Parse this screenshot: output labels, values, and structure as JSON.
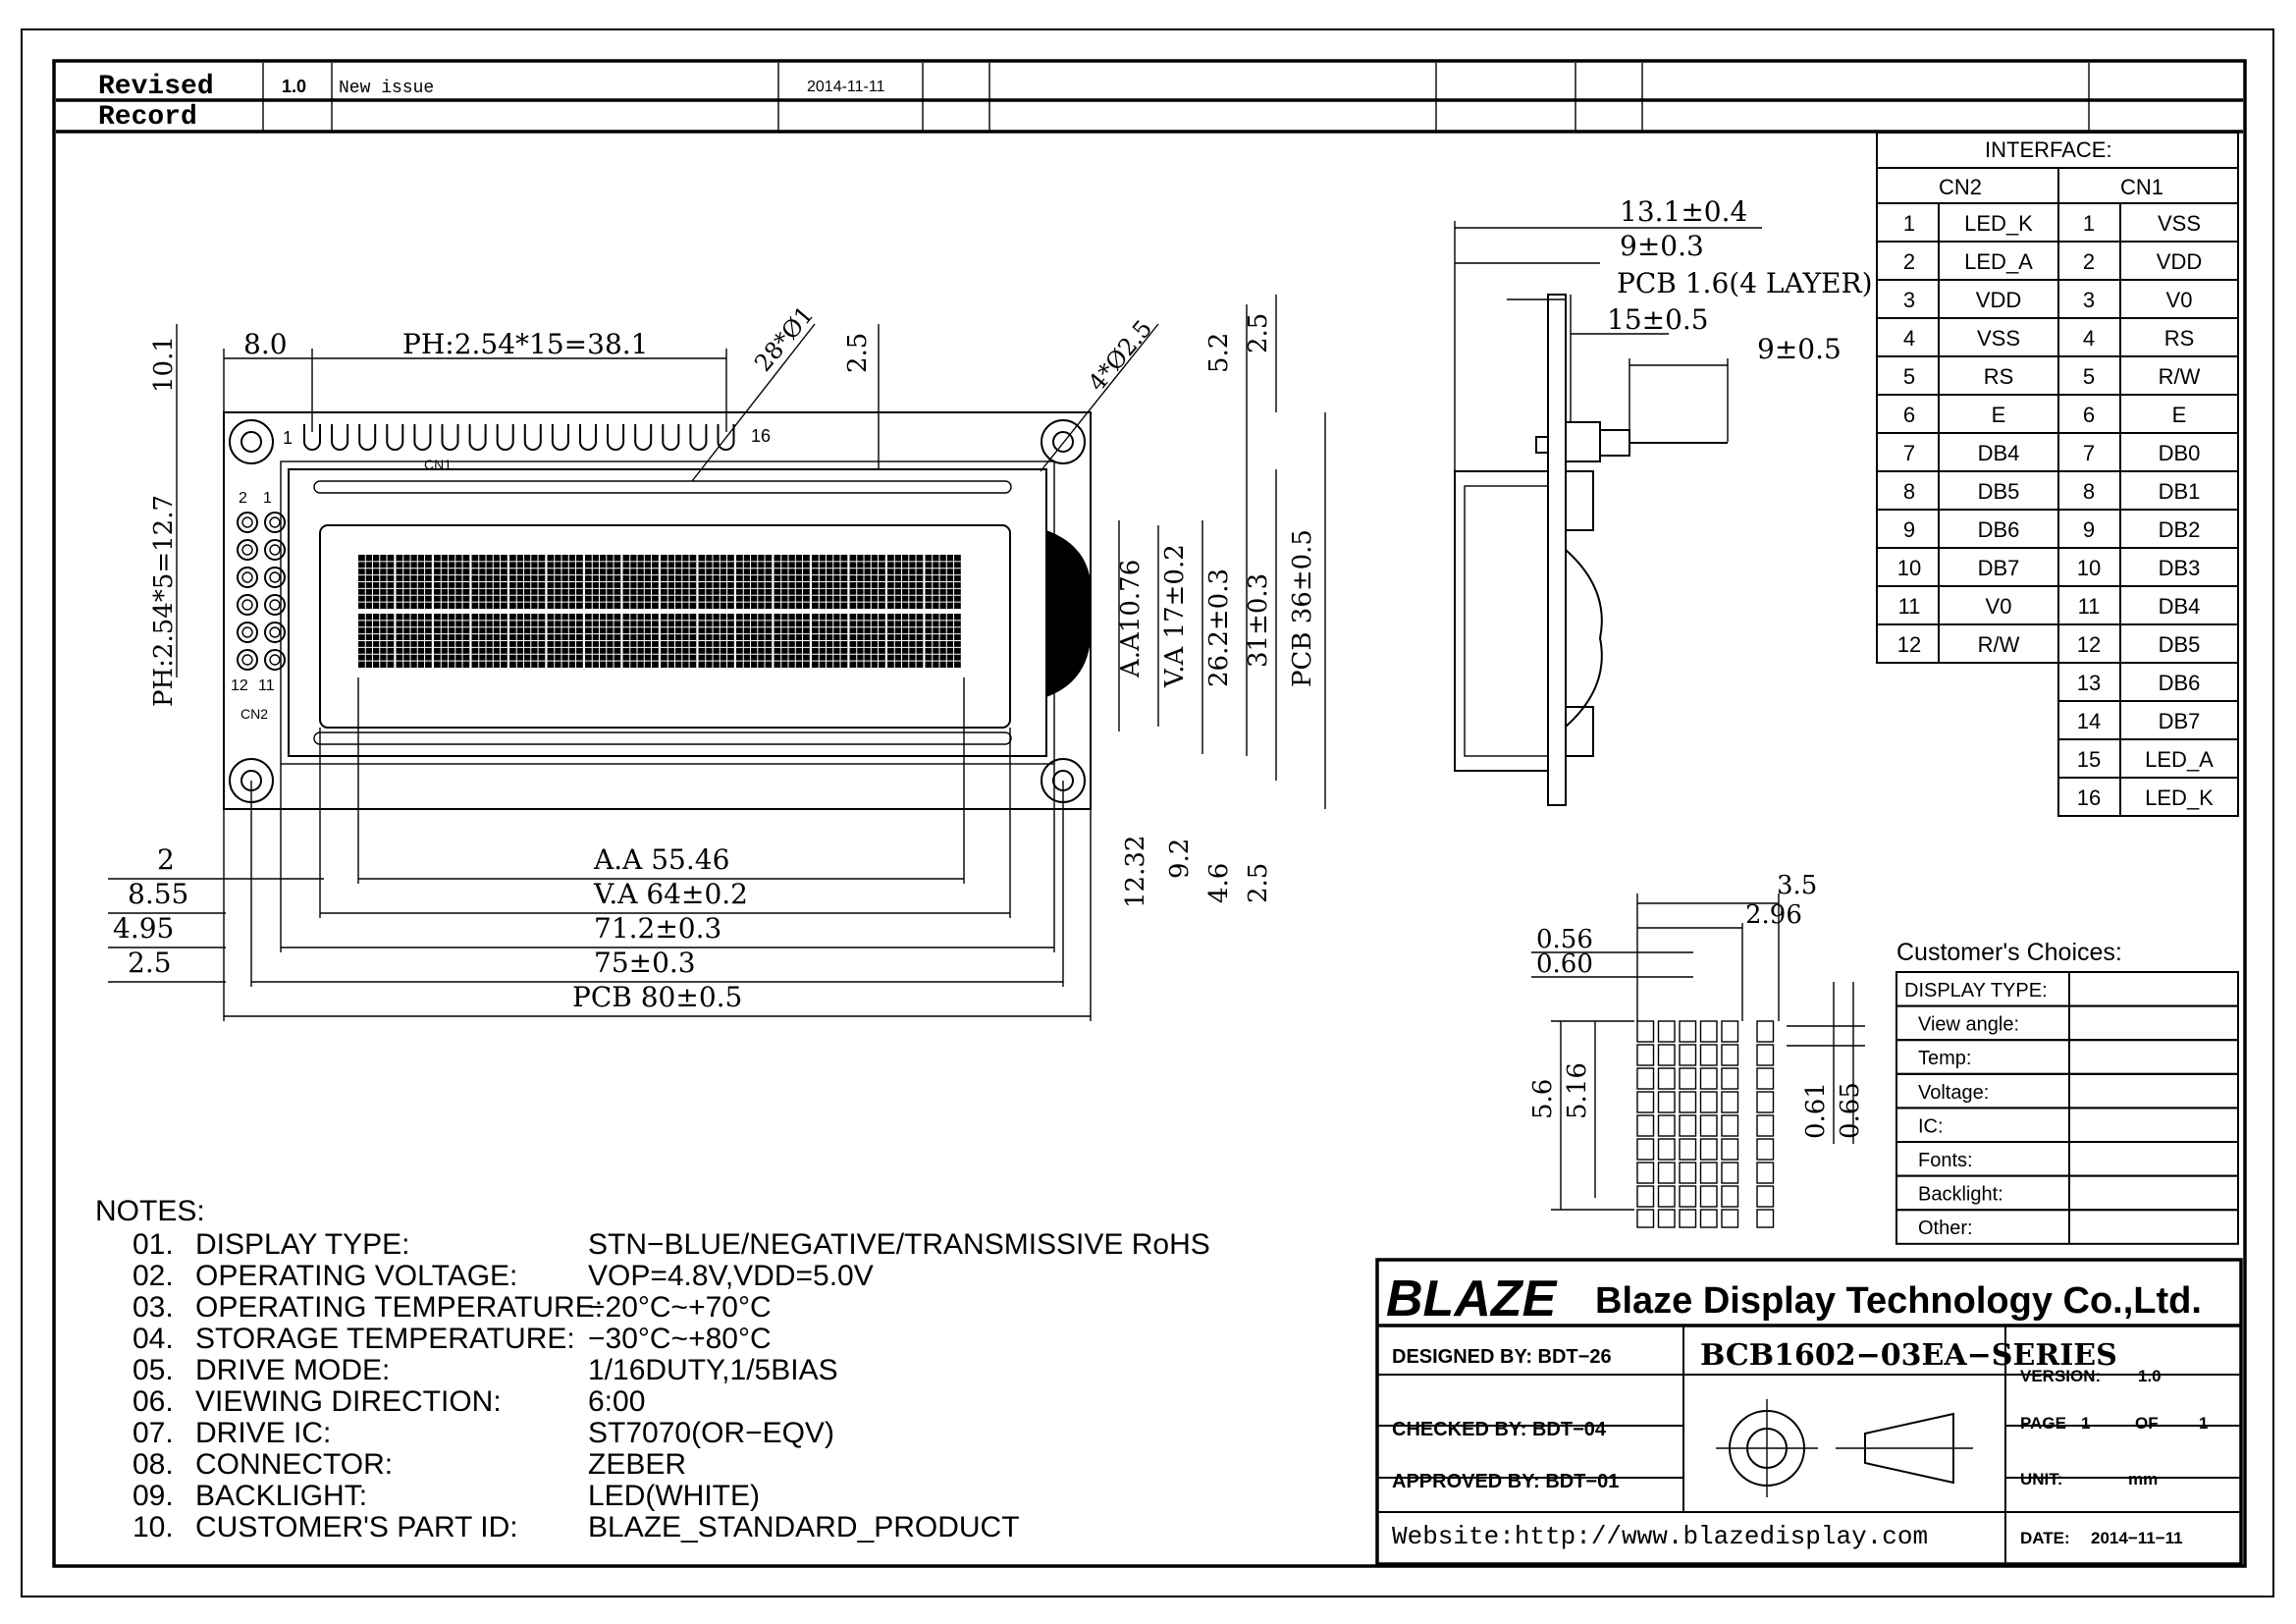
{
  "revision": {
    "label_line1": "Revised",
    "label_line2": "Record",
    "version": "1.0",
    "description": "New issue",
    "date": "2014-11-11"
  },
  "front_view": {
    "dims": {
      "d_10_1": "10.1",
      "d_8_0": "8.0",
      "pitch_top": "PH:2.54*15=38.1",
      "hole_28": "28*Ø1",
      "d_2_5_top": "2.5",
      "hole_4": "4*Ø2.5",
      "d_5_2": "5.2",
      "d_2_5_right": "2.5",
      "pitch_left": "PH:2.54*5=12.7",
      "pin_1": "1",
      "pin_16": "16",
      "cn1": "CN1",
      "cn2": "CN2",
      "pin_2": "2",
      "pin_1b": "1",
      "pin_12": "12",
      "pin_11": "11",
      "aa_h": "A.A10.76",
      "va_h": "V.A 17±0.2",
      "h_26_2": "26.2±0.3",
      "h_31": "31±0.3",
      "pcb_h": "PCB 36±0.5",
      "d_12_32": "12.32",
      "d_9_2": "9.2",
      "d_4_6": "4.6",
      "d_2_5_bottom": "2.5",
      "d_2": "2",
      "d_8_55": "8.55",
      "d_4_95": "4.95",
      "d_2_5_left": "2.5",
      "aa_w": "A.A 55.46",
      "va_w": "V.A 64±0.2",
      "w_71_2": "71.2±0.3",
      "w_75": "75±0.3",
      "pcb_w": "PCB 80±0.5"
    }
  },
  "side_view": {
    "d_13_1": "13.1±0.4",
    "d_9": "9±0.3",
    "pcb": "PCB 1.6(4 LAYER)",
    "d_15": "15±0.5",
    "d_9_5": "9±0.5"
  },
  "dot_detail": {
    "d_3_5": "3.5",
    "d_2_96": "2.96",
    "d_0_56": "0.56",
    "d_0_60": "0.60",
    "d_5_6": "5.6",
    "d_5_16": "5.16",
    "d_0_61": "0.61",
    "d_0_65": "0.65"
  },
  "interface": {
    "title": "INTERFACE:",
    "cn2_header": "CN2",
    "cn1_header": "CN1",
    "cn2": [
      [
        "1",
        "LED_K"
      ],
      [
        "2",
        "LED_A"
      ],
      [
        "3",
        "VDD"
      ],
      [
        "4",
        "VSS"
      ],
      [
        "5",
        "RS"
      ],
      [
        "6",
        "E"
      ],
      [
        "7",
        "DB4"
      ],
      [
        "8",
        "DB5"
      ],
      [
        "9",
        "DB6"
      ],
      [
        "10",
        "DB7"
      ],
      [
        "11",
        "V0"
      ],
      [
        "12",
        "R/W"
      ]
    ],
    "cn1": [
      [
        "1",
        "VSS"
      ],
      [
        "2",
        "VDD"
      ],
      [
        "3",
        "V0"
      ],
      [
        "4",
        "RS"
      ],
      [
        "5",
        "R/W"
      ],
      [
        "6",
        "E"
      ],
      [
        "7",
        "DB0"
      ],
      [
        "8",
        "DB1"
      ],
      [
        "9",
        "DB2"
      ],
      [
        "10",
        "DB3"
      ],
      [
        "11",
        "DB4"
      ],
      [
        "12",
        "DB5"
      ],
      [
        "13",
        "DB6"
      ],
      [
        "14",
        "DB7"
      ],
      [
        "15",
        "LED_A"
      ],
      [
        "16",
        "LED_K"
      ]
    ]
  },
  "choices": {
    "title": "Customer's Choices:",
    "rows": [
      "DISPLAY TYPE:",
      "View angle:",
      "Temp:",
      "Voltage:",
      "IC:",
      "Fonts:",
      "Backlight:",
      "Other:"
    ]
  },
  "notes": {
    "title": "NOTES:",
    "items": [
      {
        "num": "01.",
        "label": "DISPLAY TYPE:",
        "value": "STN−BLUE/NEGATIVE/TRANSMISSIVE RoHS"
      },
      {
        "num": "02.",
        "label": "OPERATING VOLTAGE:",
        "value": "VOP=4.8V,VDD=5.0V"
      },
      {
        "num": "03.",
        "label": "OPERATING TEMPERATURE:",
        "value": "−20°C~+70°C"
      },
      {
        "num": "04.",
        "label": "STORAGE TEMPERATURE:",
        "value": "−30°C~+80°C"
      },
      {
        "num": "05.",
        "label": "DRIVE MODE:",
        "value": "1/16DUTY,1/5BIAS"
      },
      {
        "num": "06.",
        "label": "VIEWING DIRECTION:",
        "value": "6:00"
      },
      {
        "num": "07.",
        "label": "DRIVE IC:",
        "value": "ST7070(OR−EQV)"
      },
      {
        "num": "08.",
        "label": "CONNECTOR:",
        "value": "ZEBER"
      },
      {
        "num": "09.",
        "label": "BACKLIGHT:",
        "value": "LED(WHITE)"
      },
      {
        "num": "10.",
        "label": "CUSTOMER'S PART ID:",
        "value": "BLAZE_STANDARD_PRODUCT"
      }
    ]
  },
  "title_block": {
    "logo": "BLAZE",
    "company": "Blaze Display Technology Co.,Ltd.",
    "designed": "DESIGNED BY: BDT−26",
    "checked": "CHECKED BY: BDT−04",
    "approved": "APPROVED BY: BDT−01",
    "part": "BCB1602−03EA−SERIES",
    "website": "Website:http://www.blazedisplay.com",
    "version_label": "VERSION:",
    "version": "1.0",
    "page_label": "PAGE",
    "page": "1",
    "of_label": "OF",
    "of": "1",
    "unit_label": "UNIT:",
    "unit": "mm",
    "date_label": "DATE:",
    "date": "2014−11−11"
  }
}
